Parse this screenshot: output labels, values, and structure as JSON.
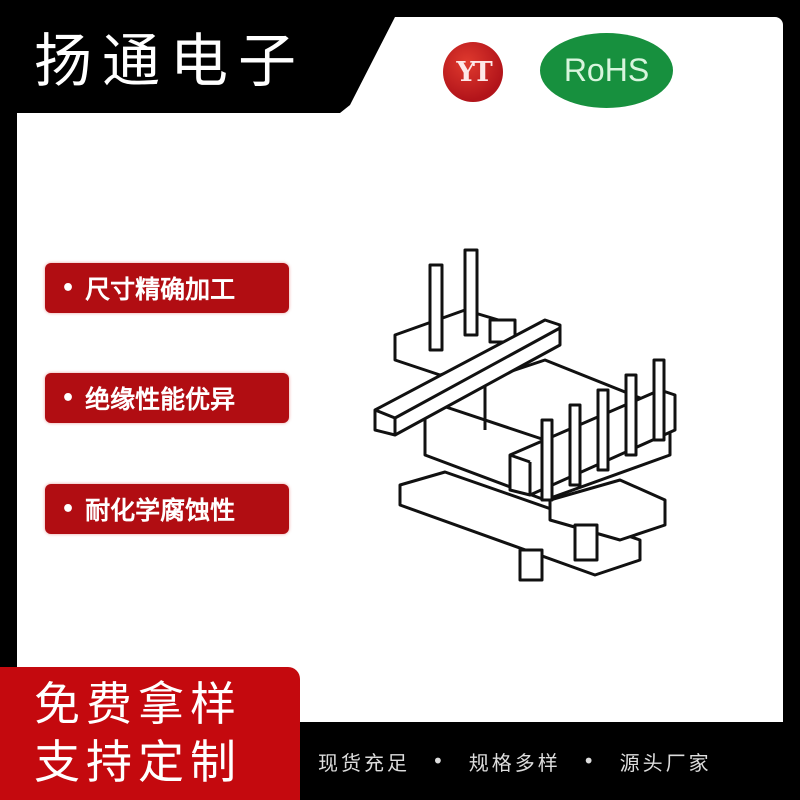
{
  "header": {
    "brand": "扬通电子"
  },
  "logos": {
    "yt": "YT",
    "rohs": "RoHS",
    "yt_color": "#b2141a",
    "rohs_color": "#17903e"
  },
  "features": [
    {
      "bullet": "•",
      "label": "尺寸精确加工"
    },
    {
      "bullet": "•",
      "label": "绝缘性能优异"
    },
    {
      "bullet": "•",
      "label": "耐化学腐蚀性"
    }
  ],
  "product": {
    "icon": "transformer-bobbin-drawing"
  },
  "cta": {
    "line1": "免费拿样",
    "line2": "支持定制",
    "color": "#c4090e"
  },
  "footer": {
    "items": [
      "现货充足",
      "规格多样",
      "源头厂家"
    ],
    "separator": "•"
  }
}
